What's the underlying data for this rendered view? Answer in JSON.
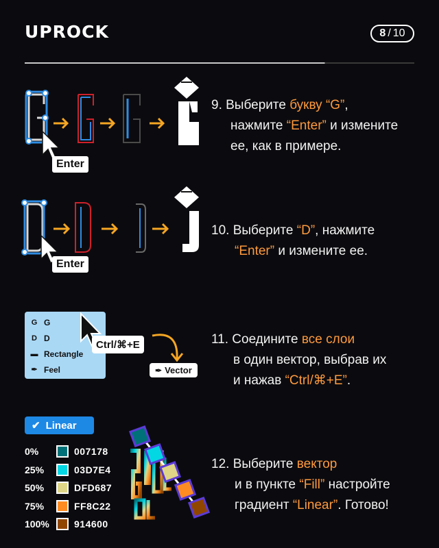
{
  "header": {
    "logo": "UPROCK",
    "page_current": "8",
    "page_separator": "/",
    "page_total": "10"
  },
  "steps": [
    {
      "lines": [
        [
          {
            "t": "9. Выберите "
          },
          {
            "t": "букву “G”",
            "hl": true
          },
          {
            "t": ","
          }
        ],
        [
          {
            "t": "нажмите "
          },
          {
            "t": "“Enter”",
            "hl": true
          },
          {
            "t": " и измените"
          }
        ],
        [
          {
            "t": "ее, как в примере."
          }
        ]
      ],
      "key_label": "Enter"
    },
    {
      "lines": [
        [
          {
            "t": "10. Выберите "
          },
          {
            "t": "“D”",
            "hl": true
          },
          {
            "t": ", нажмите"
          }
        ],
        [
          {
            "t": "“Enter”",
            "hl": true
          },
          {
            "t": " и измените ее."
          }
        ]
      ],
      "key_label": "Enter"
    },
    {
      "lines": [
        [
          {
            "t": "11. Соедините "
          },
          {
            "t": "все слои",
            "hl": true
          }
        ],
        [
          {
            "t": "в один вектор, выбрав их"
          }
        ],
        [
          {
            "t": "и нажав "
          },
          {
            "t": "“Ctrl/⌘+E”",
            "hl": true
          },
          {
            "t": "."
          }
        ]
      ],
      "layers": [
        {
          "icon": "g-glyph-icon",
          "glyph": "G",
          "label": "G"
        },
        {
          "icon": "d-glyph-icon",
          "glyph": "D",
          "label": "D"
        },
        {
          "icon": "rectangle-icon",
          "glyph": "▬",
          "label": "Rectangle"
        },
        {
          "icon": "pen-icon",
          "glyph": "✒",
          "label": "Feel"
        }
      ],
      "shortcut_label": "Ctrl/⌘+E",
      "vector_label": "Vector"
    },
    {
      "lines": [
        [
          {
            "t": "12. Выберите "
          },
          {
            "t": "вектор",
            "hl": true
          }
        ],
        [
          {
            "t": "и в пункте "
          },
          {
            "t": "“Fill”",
            "hl": true
          },
          {
            "t": " настройте"
          }
        ],
        [
          {
            "t": "градиент "
          },
          {
            "t": "“Linear”",
            "hl": true
          },
          {
            "t": ". Готово!"
          }
        ]
      ],
      "linear_label": "Linear",
      "gradient_stops": [
        {
          "percent": "0%",
          "hex": "007178",
          "color": "#007178"
        },
        {
          "percent": "25%",
          "hex": "03D7E4",
          "color": "#03D7E4"
        },
        {
          "percent": "50%",
          "hex": "DFD687",
          "color": "#DFD687"
        },
        {
          "percent": "75%",
          "hex": "FF8C22",
          "color": "#FF8C22"
        },
        {
          "percent": "100%",
          "hex": "914600",
          "color": "#914600"
        }
      ]
    }
  ],
  "colors": {
    "background": "#0b0b0f",
    "accent_orange": "#ff9a3d",
    "selection_blue": "#2f8de4",
    "outline_red": "#d0202a"
  }
}
